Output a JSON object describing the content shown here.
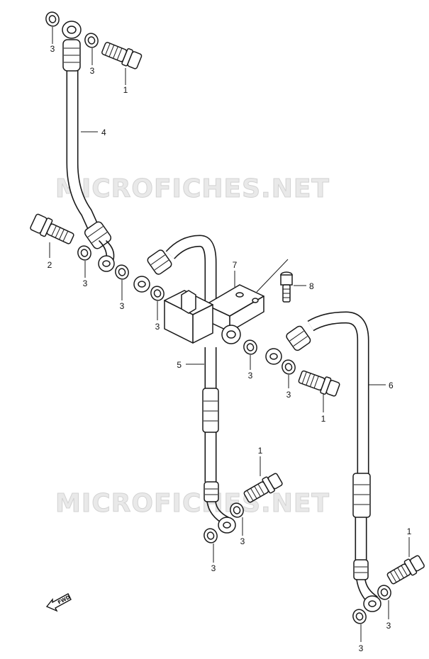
{
  "watermark": {
    "text": "MICROFICHES.NET"
  },
  "fwd_label": "FWD",
  "callouts": {
    "bolt_top": "1",
    "bolt_mid_left": "1",
    "bolt_mid_right": "1",
    "bolt_bottom_right": "1",
    "bolt_left": "2",
    "washer_top_left": "3",
    "washer_top_right": "3",
    "washer_left_a": "3",
    "washer_left_b": "3",
    "washer_junction": "3",
    "washer_center_a": "3",
    "washer_center_b": "3",
    "washer_mid_lower": "3",
    "washer_bottom_left": "3",
    "washer_bottom_right_a": "3",
    "washer_bottom_right_b": "3",
    "hose_upper": "4",
    "hose_left": "5",
    "hose_right": "6",
    "joint": "7",
    "bolt_joint": "8"
  }
}
